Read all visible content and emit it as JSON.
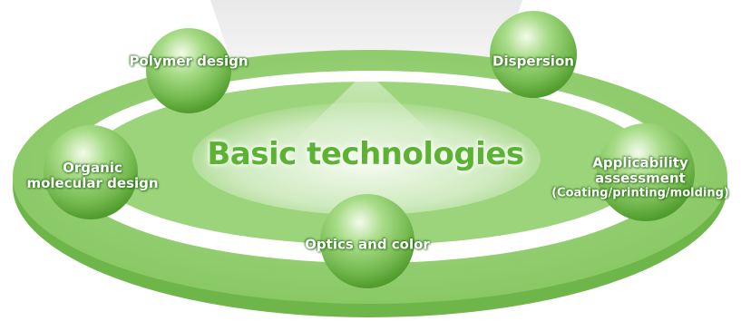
{
  "diagram": {
    "title": "Basic technologies",
    "nodes": [
      {
        "id": "polymer-design",
        "lines": [
          "Polymer design"
        ]
      },
      {
        "id": "dispersion",
        "lines": [
          "Dispersion"
        ]
      },
      {
        "id": "organic-molecular-design",
        "lines": [
          "Organic",
          "molecular design"
        ]
      },
      {
        "id": "applicability-assessment",
        "lines": [
          "Applicability",
          "assessment",
          "(Coating/printing/molding)"
        ]
      },
      {
        "id": "optics-and-color",
        "lines": [
          "Optics and color"
        ]
      }
    ],
    "colors": {
      "ring": "#8fcd6b",
      "ring_dark": "#6fb64a",
      "ring_inner": "#b9e2a2",
      "sphere_light": "#e9f7df",
      "sphere_mid": "#8ccd68",
      "sphere_dark": "#4f9b2c",
      "title": "#5cb233"
    }
  }
}
